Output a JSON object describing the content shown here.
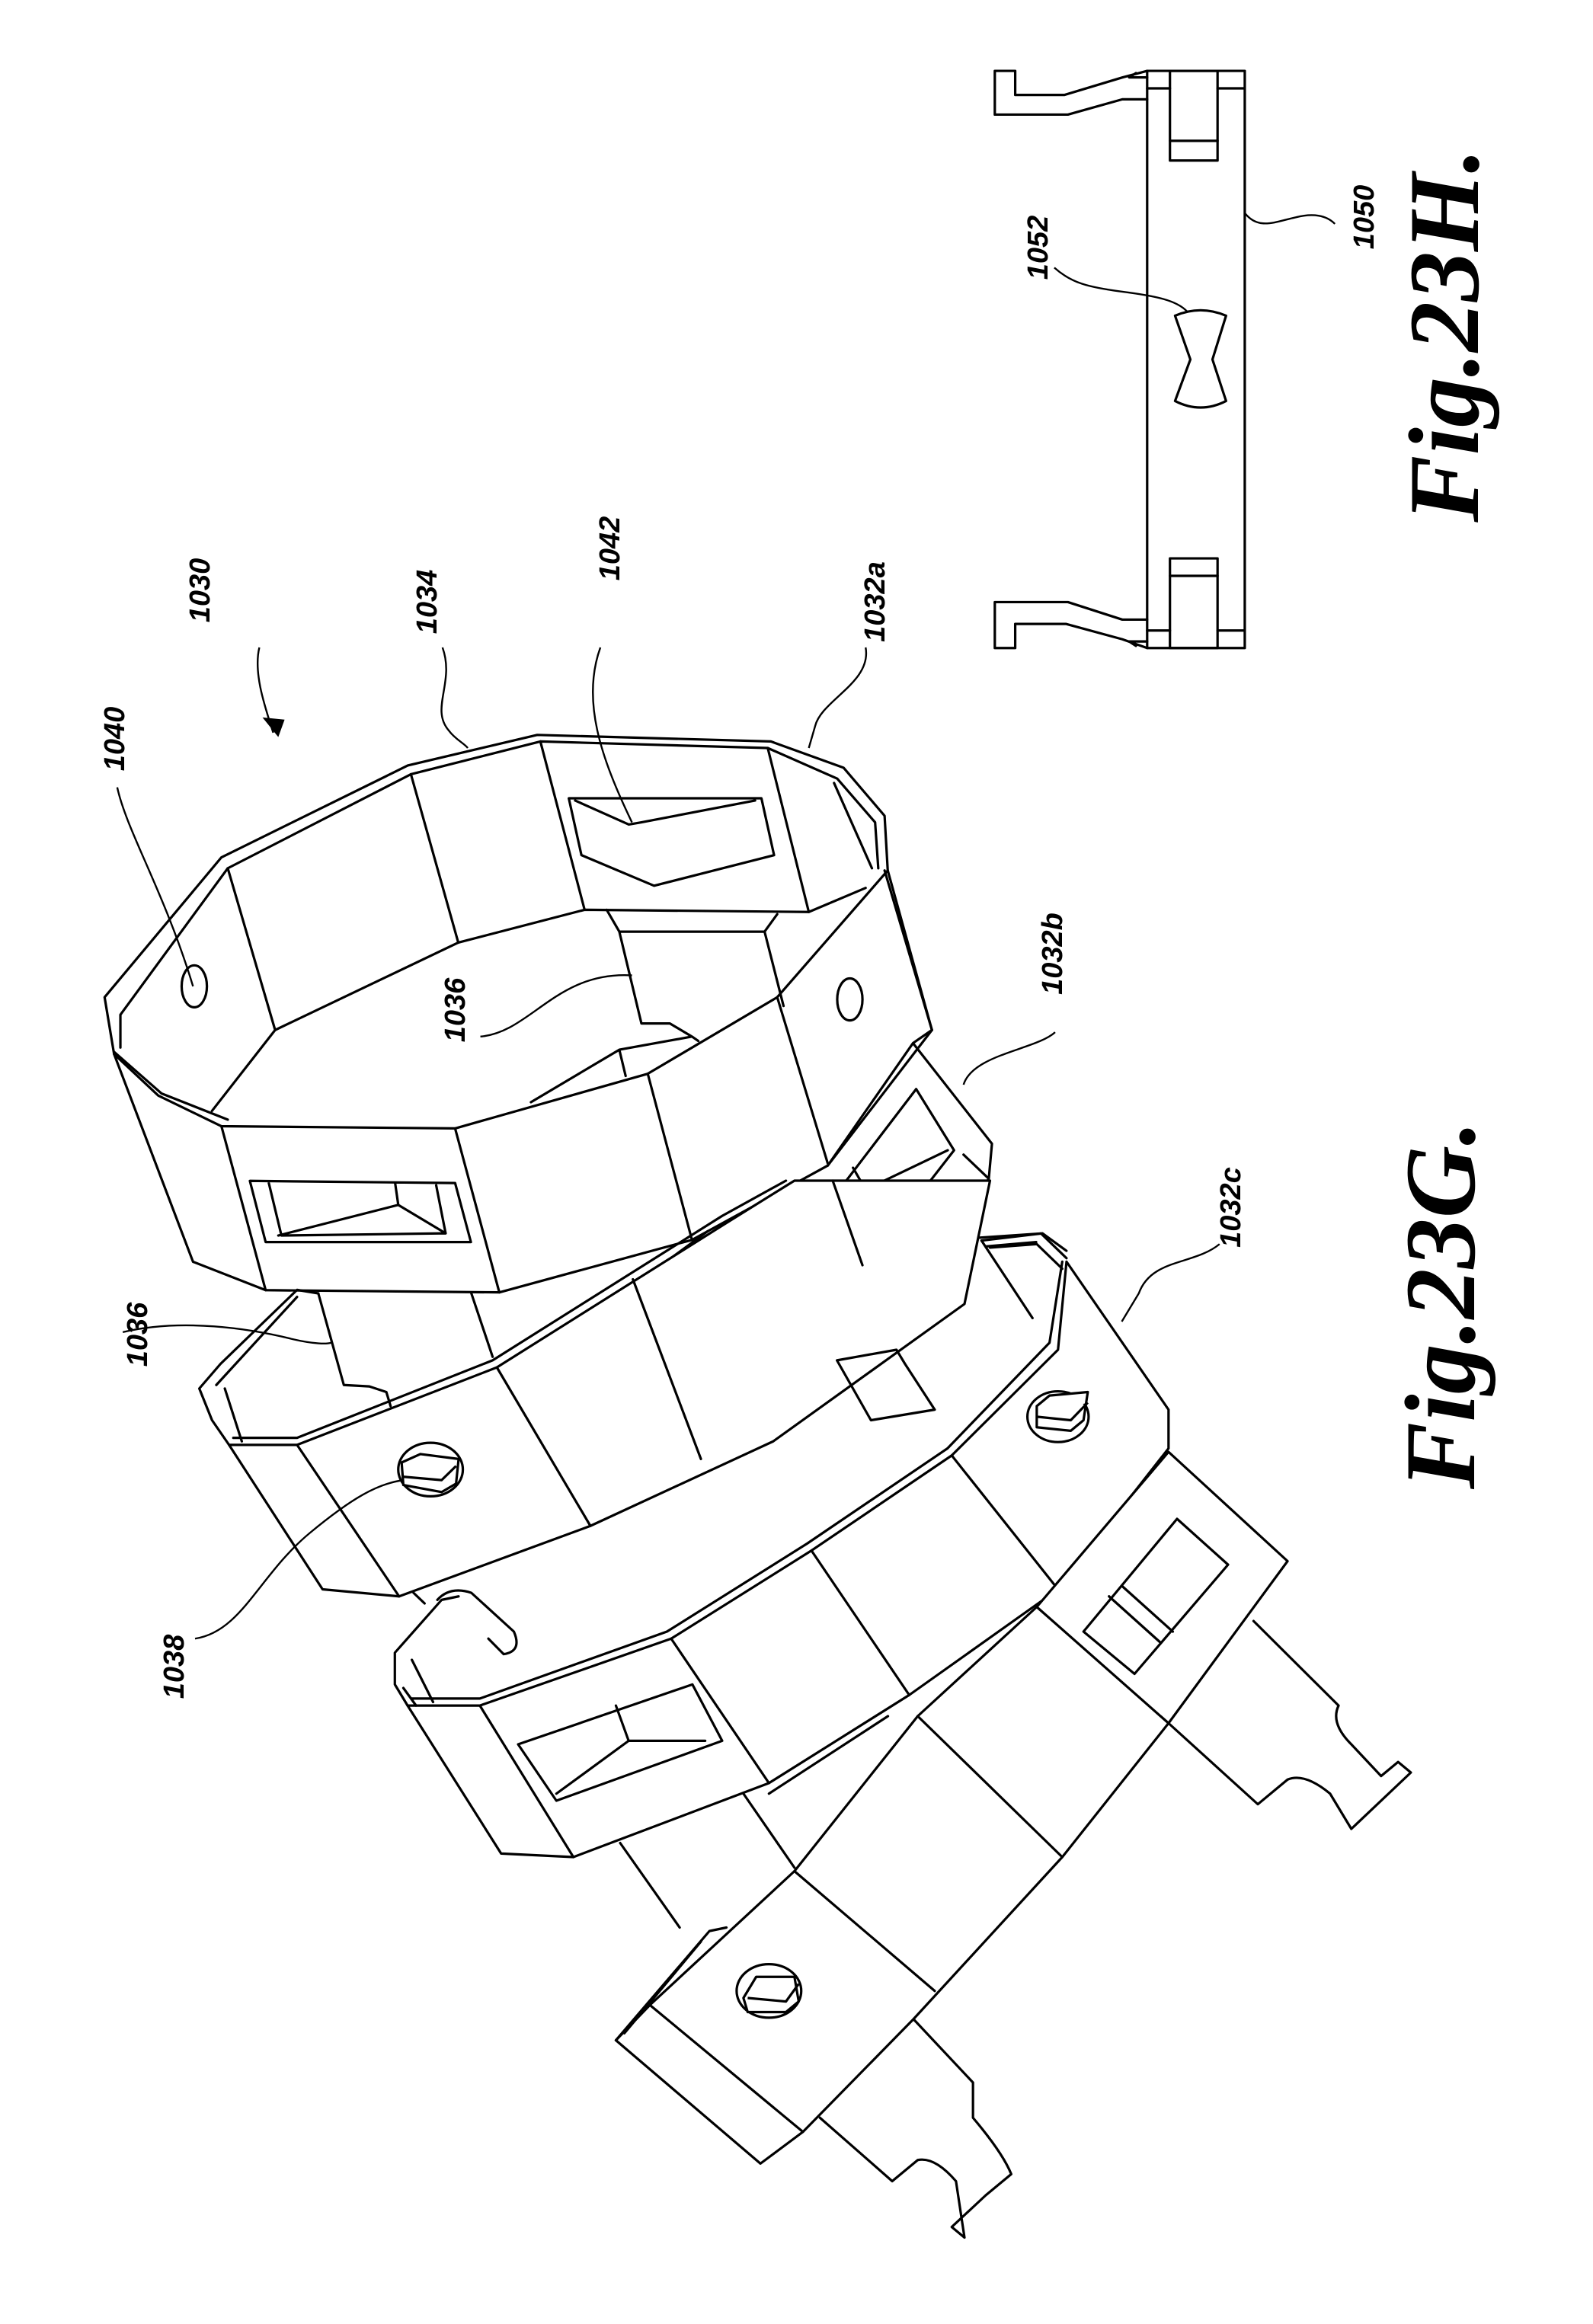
{
  "figures": {
    "fig_g": {
      "title": "Fig.23G."
    },
    "fig_h": {
      "title": "Fig.23H."
    }
  },
  "labels": {
    "assembly": "1030",
    "band_top": "1034",
    "slot": "1042",
    "ring_a": "1032a",
    "hole": "1040",
    "tab_upper": "1036",
    "ring_b": "1032b",
    "tab_lower": "1036",
    "ring_c": "1032c",
    "pin": "1038",
    "strip": "1050",
    "bowtie": "1052"
  },
  "colors": {
    "ink": "#000000",
    "paper": "#ffffff"
  }
}
